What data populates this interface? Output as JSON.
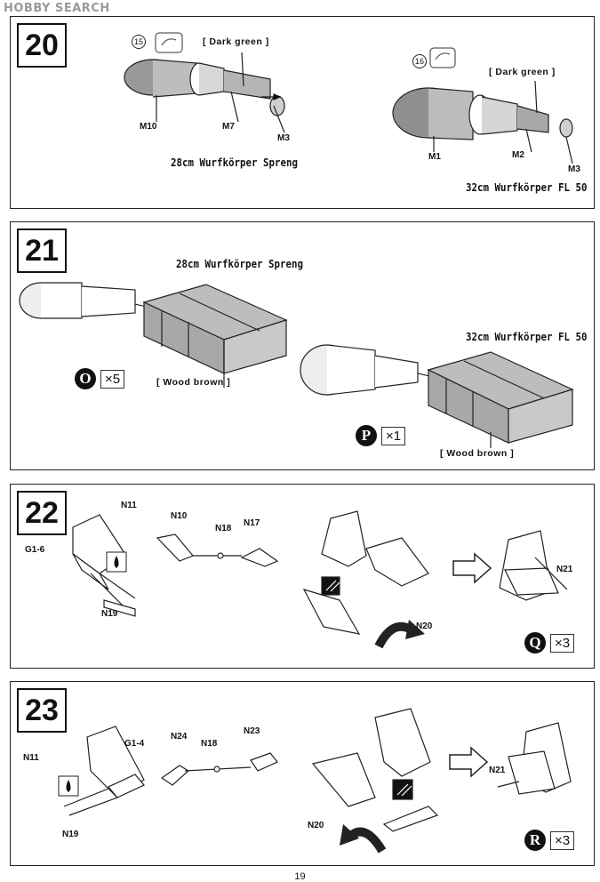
{
  "watermark": "HOBBY SEARCH",
  "page_number": "19",
  "steps": [
    {
      "number": "20",
      "left": {
        "paint_color": "[ Dark green ]",
        "paint_ref": "15",
        "parts": [
          "M10",
          "M7",
          "M3"
        ],
        "name": "28cm Wurfkörper Spreng"
      },
      "right": {
        "paint_color": "[ Dark green ]",
        "paint_ref": "16",
        "parts": [
          "M1",
          "M2",
          "M3"
        ],
        "name": "32cm Wurfkörper FL 50"
      }
    },
    {
      "number": "21",
      "name_top": "28cm Wurfkörper Spreng",
      "name_right": "32cm Wurfkörper FL 50",
      "paint_left": "[ Wood brown ]",
      "paint_right": "[ Wood brown ]",
      "badge_left": {
        "letter": "O",
        "qty": "×5"
      },
      "badge_right": {
        "letter": "P",
        "qty": "×1"
      }
    },
    {
      "number": "22",
      "parts": [
        "N11",
        "G1-6",
        "N19",
        "N10",
        "N18",
        "N17",
        "N20",
        "N21"
      ],
      "badge": {
        "letter": "Q",
        "qty": "×3"
      }
    },
    {
      "number": "23",
      "parts": [
        "N11",
        "G1-4",
        "N19",
        "N24",
        "N18",
        "N23",
        "N20",
        "N21"
      ],
      "badge": {
        "letter": "R",
        "qty": "×3"
      }
    }
  ]
}
